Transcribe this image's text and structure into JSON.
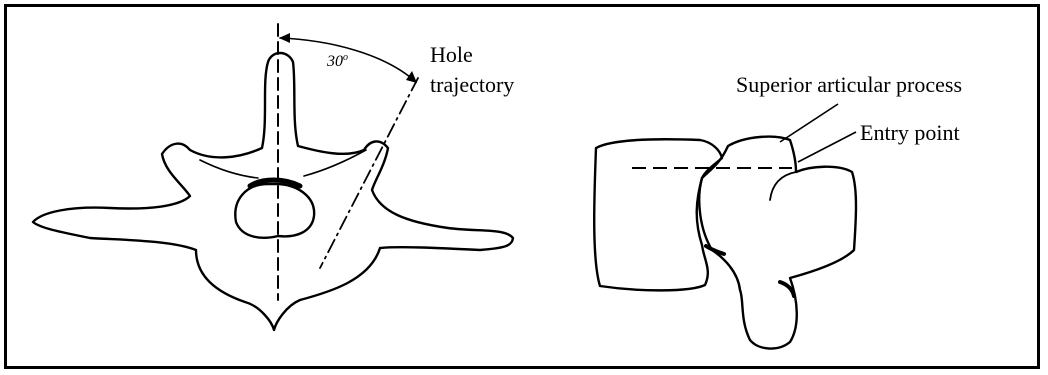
{
  "figure": {
    "angle_label": "30",
    "angle_degree_mark": "o",
    "hole_label_line1": "Hole",
    "hole_label_line2": "trajectory",
    "superior_label": "Superior articular process",
    "entry_label": "Entry point"
  }
}
